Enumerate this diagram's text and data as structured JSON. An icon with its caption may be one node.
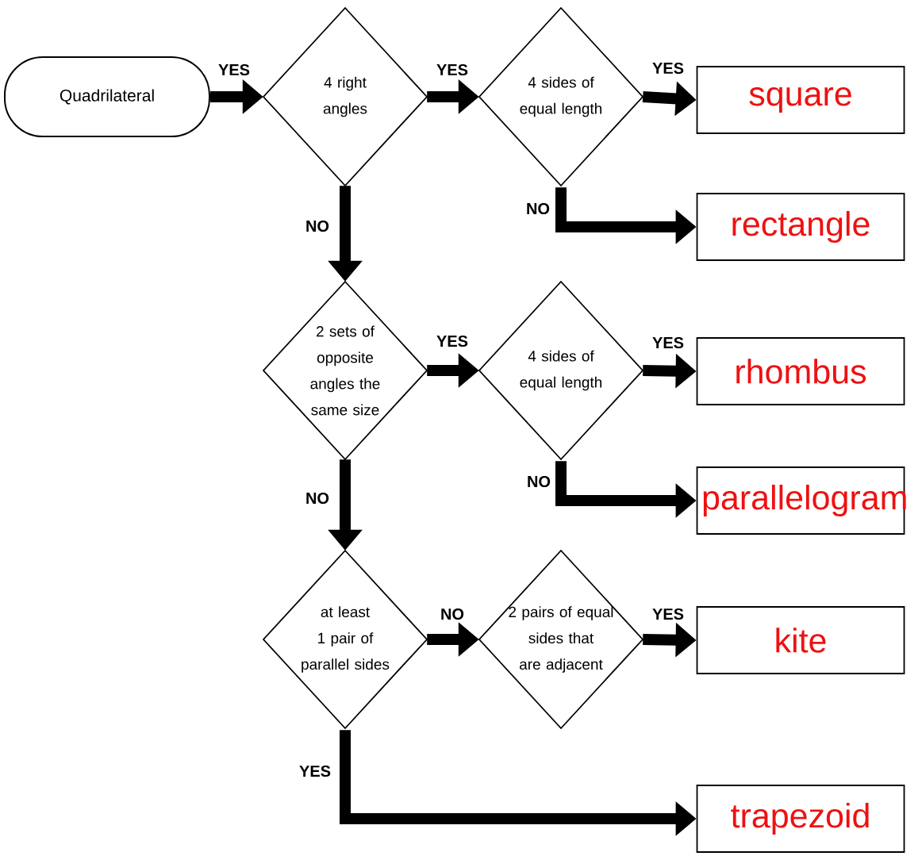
{
  "diagram": {
    "nodes": [
      {
        "text": [
          "Quadrilateral"
        ]
      },
      {
        "text": [
          "4 right angles"
        ]
      },
      {
        "text": [
          "4 sides of equal length"
        ]
      },
      {
        "text": [
          "square"
        ]
      },
      {
        "text": [
          "rectangle"
        ]
      },
      {
        "text": [
          "2 sets of opposite angles the same size"
        ]
      },
      {
        "text": [
          "4 sides of equal length"
        ]
      },
      {
        "text": [
          "rhombus"
        ]
      },
      {
        "text": [
          "parallelogram"
        ]
      },
      {
        "text": [
          "at least 1 pair of parallel sides"
        ]
      },
      {
        "text": [
          "2 pairs of equal sides that are adjacent"
        ]
      },
      {
        "text": [
          "kite"
        ]
      },
      {
        "text": [
          "trapezoid"
        ]
      }
    ],
    "edges": [
      {
        "from": 0,
        "to": 1,
        "arrow": "to",
        "label": "YES"
      },
      {
        "from": 1,
        "to": 2,
        "arrow": "to",
        "label": "YES"
      },
      {
        "from": 2,
        "to": 3,
        "arrow": "to",
        "label": "YES"
      },
      {
        "from": 2,
        "to": 4,
        "arrow": "to",
        "label": "NO"
      },
      {
        "from": 1,
        "to": 5,
        "arrow": "to",
        "label": "NO"
      },
      {
        "from": 5,
        "to": 6,
        "arrow": "to",
        "label": "YES"
      },
      {
        "from": 6,
        "to": 7,
        "arrow": "to",
        "label": "YES"
      },
      {
        "from": 6,
        "to": 8,
        "arrow": "to",
        "label": "NO"
      },
      {
        "from": 5,
        "to": 9,
        "arrow": "to",
        "label": "NO"
      },
      {
        "from": 9,
        "to": 10,
        "arrow": "to",
        "label": "NO"
      },
      {
        "from": 10,
        "to": 11,
        "arrow": "to",
        "label": "YES"
      },
      {
        "from": 9,
        "to": 12,
        "arrow": "to",
        "label": "YES"
      }
    ]
  }
}
